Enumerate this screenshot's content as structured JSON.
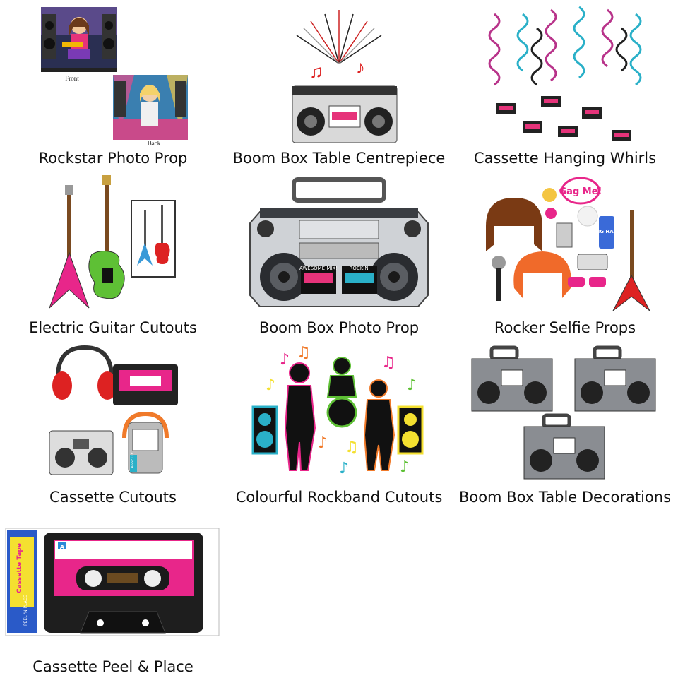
{
  "products": [
    {
      "caption": "Rockstar Photo Prop",
      "front_label": "Front",
      "back_label": "Back"
    },
    {
      "caption": "Boom Box Table Centrepiece"
    },
    {
      "caption": "Cassette Hanging Whirls"
    },
    {
      "caption": "Electric Guitar Cutouts"
    },
    {
      "caption": "Boom Box Photo Prop",
      "tape_left": "AWESOME MIX!",
      "tape_right": "ROCKIN'"
    },
    {
      "caption": "Rocker Selfie Props",
      "bubble": "Gag Me!",
      "can_text": "BIG HAIR"
    },
    {
      "caption": "Cassette Cutouts",
      "brand": "CASSETTE"
    },
    {
      "caption": "Colourful Rockband Cutouts"
    },
    {
      "caption": "Boom Box Table Decorations"
    },
    {
      "caption": "Cassette Peel & Place",
      "tape_letter": "A",
      "pack_text": "PEEL 'N PLACE",
      "pack_title": "Cassette Tape"
    }
  ]
}
